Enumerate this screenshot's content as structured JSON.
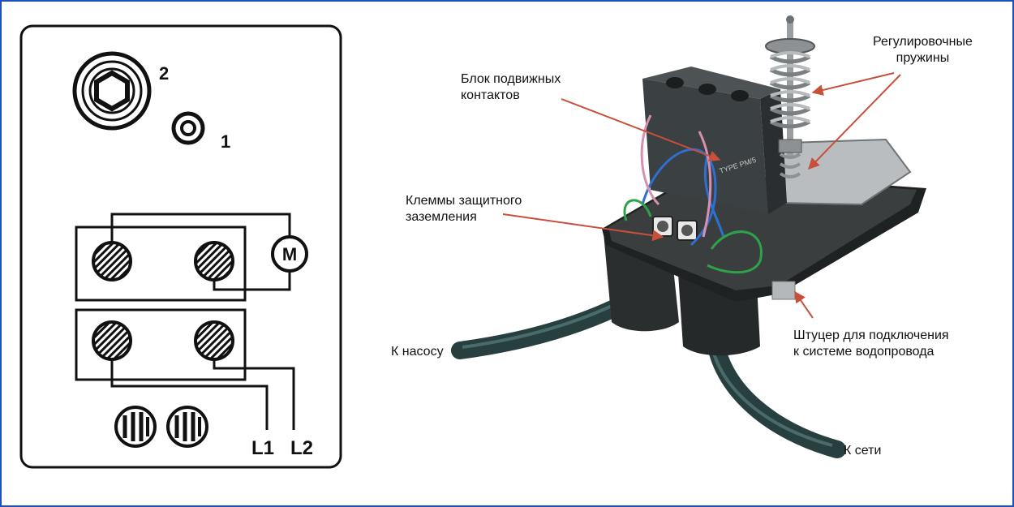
{
  "wiring_diagram": {
    "adjuster_labels": [
      "2",
      "1"
    ],
    "motor_symbol": "M",
    "line_labels": [
      "L1",
      "L2"
    ]
  },
  "callouts": {
    "springs": "Регулировочные\nпружины",
    "moving_contacts": "Блок подвижных\nконтактов",
    "ground_terminals": "Клеммы защитного\nзаземления",
    "to_pump": "К насосу",
    "fitting": "Штуцер для подключения\nк системе водопровода",
    "to_mains": "К сети"
  },
  "device_marking": {
    "type": "TYPE PM/5"
  },
  "colors": {
    "frame": "#1f4fb8",
    "housing": "#2b2e2f",
    "cable": "#27403f",
    "arrow": "#c8503a",
    "wire_blue": "#2e6fd1",
    "wire_green": "#2ea24a",
    "wire_pink": "#d98fb0"
  }
}
